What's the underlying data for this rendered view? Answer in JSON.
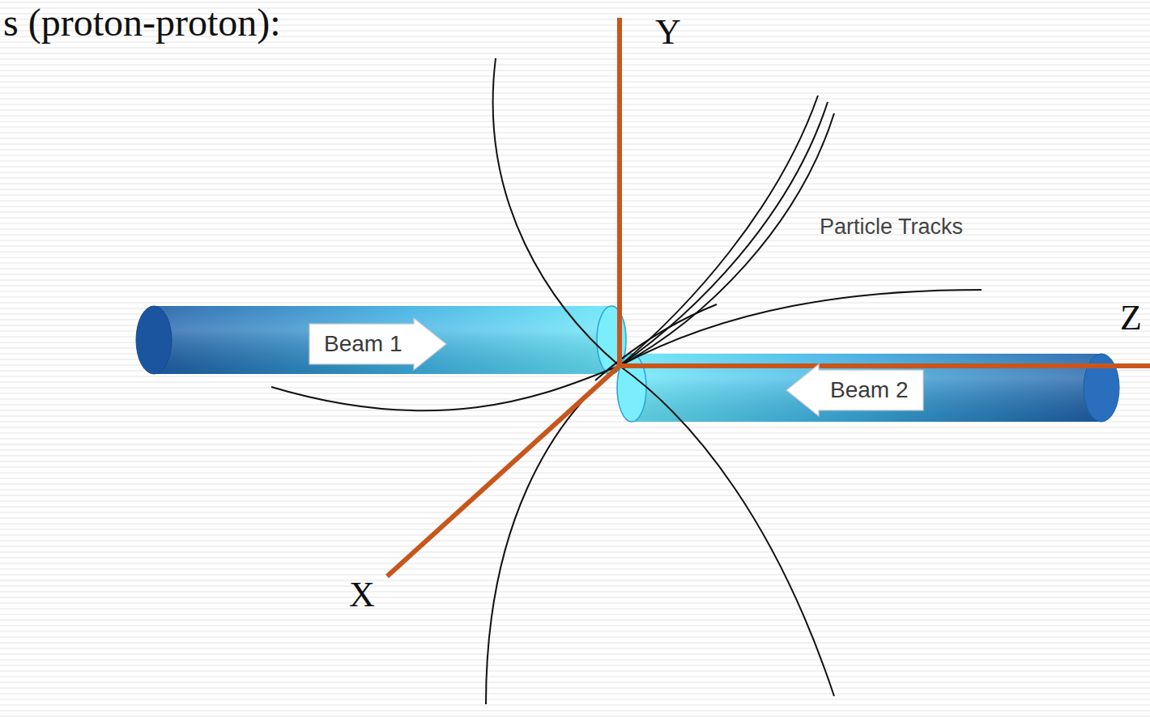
{
  "diagram": {
    "nodes": [
      {
        "text": [
          "Beam 1"
        ]
      },
      {
        "text": [
          "Beam 2"
        ]
      }
    ],
    "labels": [
      "s (proton-proton):",
      "Y",
      "Particle Tracks",
      "Z",
      "X"
    ]
  }
}
